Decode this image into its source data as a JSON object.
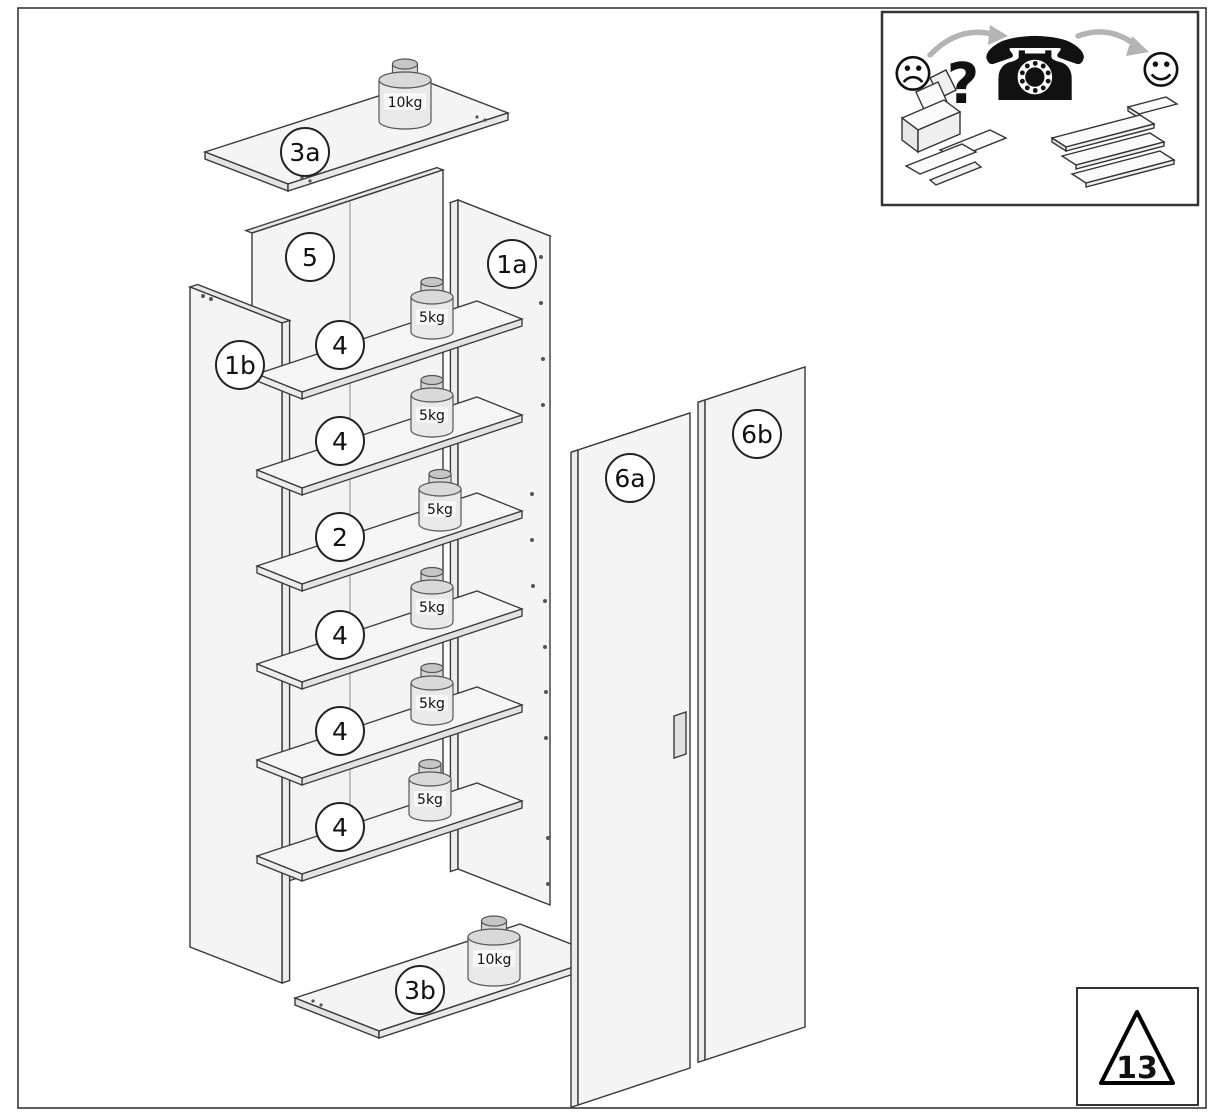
{
  "title": "cabinet-assembly-exploded-view",
  "parts": {
    "top_panel": "3a",
    "back_panel": "5",
    "side_right": "1a",
    "side_left": "1b",
    "bottom_panel": "3b",
    "door_left": "6a",
    "door_right": "6b"
  },
  "shelves": [
    "4",
    "4",
    "2",
    "4",
    "4",
    "4"
  ],
  "weights": {
    "large": "10kg",
    "small": "5kg"
  },
  "page_box": {
    "number": "13"
  },
  "help_box": {
    "sad_face": "☹",
    "question_mark": "?",
    "phone": "☎",
    "happy_face": "☺"
  },
  "colors": {
    "line": "#3a3a3a",
    "panel_fill": "#f4f4f4",
    "panel_shade": "#e6e6e6",
    "arrow_gray": "#b4b4b4",
    "black": "#000000"
  }
}
